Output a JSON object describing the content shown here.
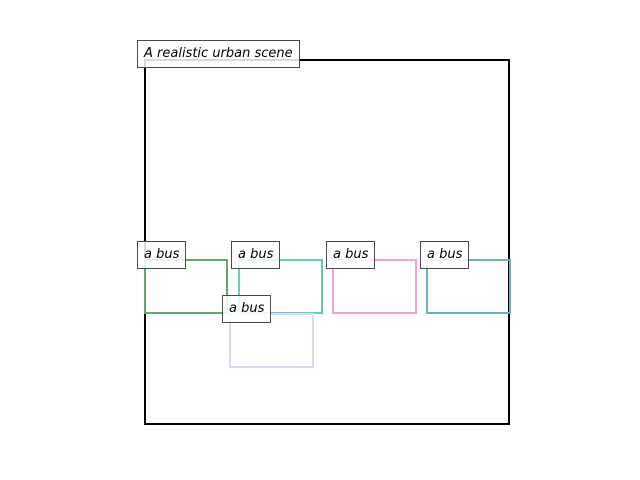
{
  "scene": {
    "title": "A realistic urban scene"
  },
  "objects": [
    {
      "label": "a bus",
      "color": "#6aa370"
    },
    {
      "label": "a bus",
      "color": "#6ccbb3"
    },
    {
      "label": "a bus",
      "color": "#e8a6d4"
    },
    {
      "label": "a bus",
      "color": "#77aeb0"
    },
    {
      "label": "a bus",
      "color": "#d8d8f6"
    }
  ]
}
